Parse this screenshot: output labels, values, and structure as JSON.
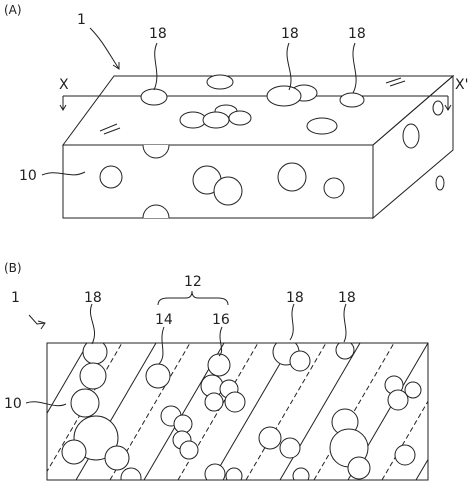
{
  "panel_a": {
    "tag": "(A)",
    "labels": {
      "sponge": "1",
      "base": "10",
      "pore_left": "18",
      "pore_mid": "18",
      "pore_right": "18",
      "section_start": "X",
      "section_end": "X'"
    }
  },
  "panel_b": {
    "tag": "(B)",
    "labels": {
      "sponge": "1",
      "base": "10",
      "group": "12",
      "group_left": "14",
      "group_right": "16",
      "pore_left": "18",
      "pore_mid": "18",
      "pore_right": "18"
    }
  }
}
